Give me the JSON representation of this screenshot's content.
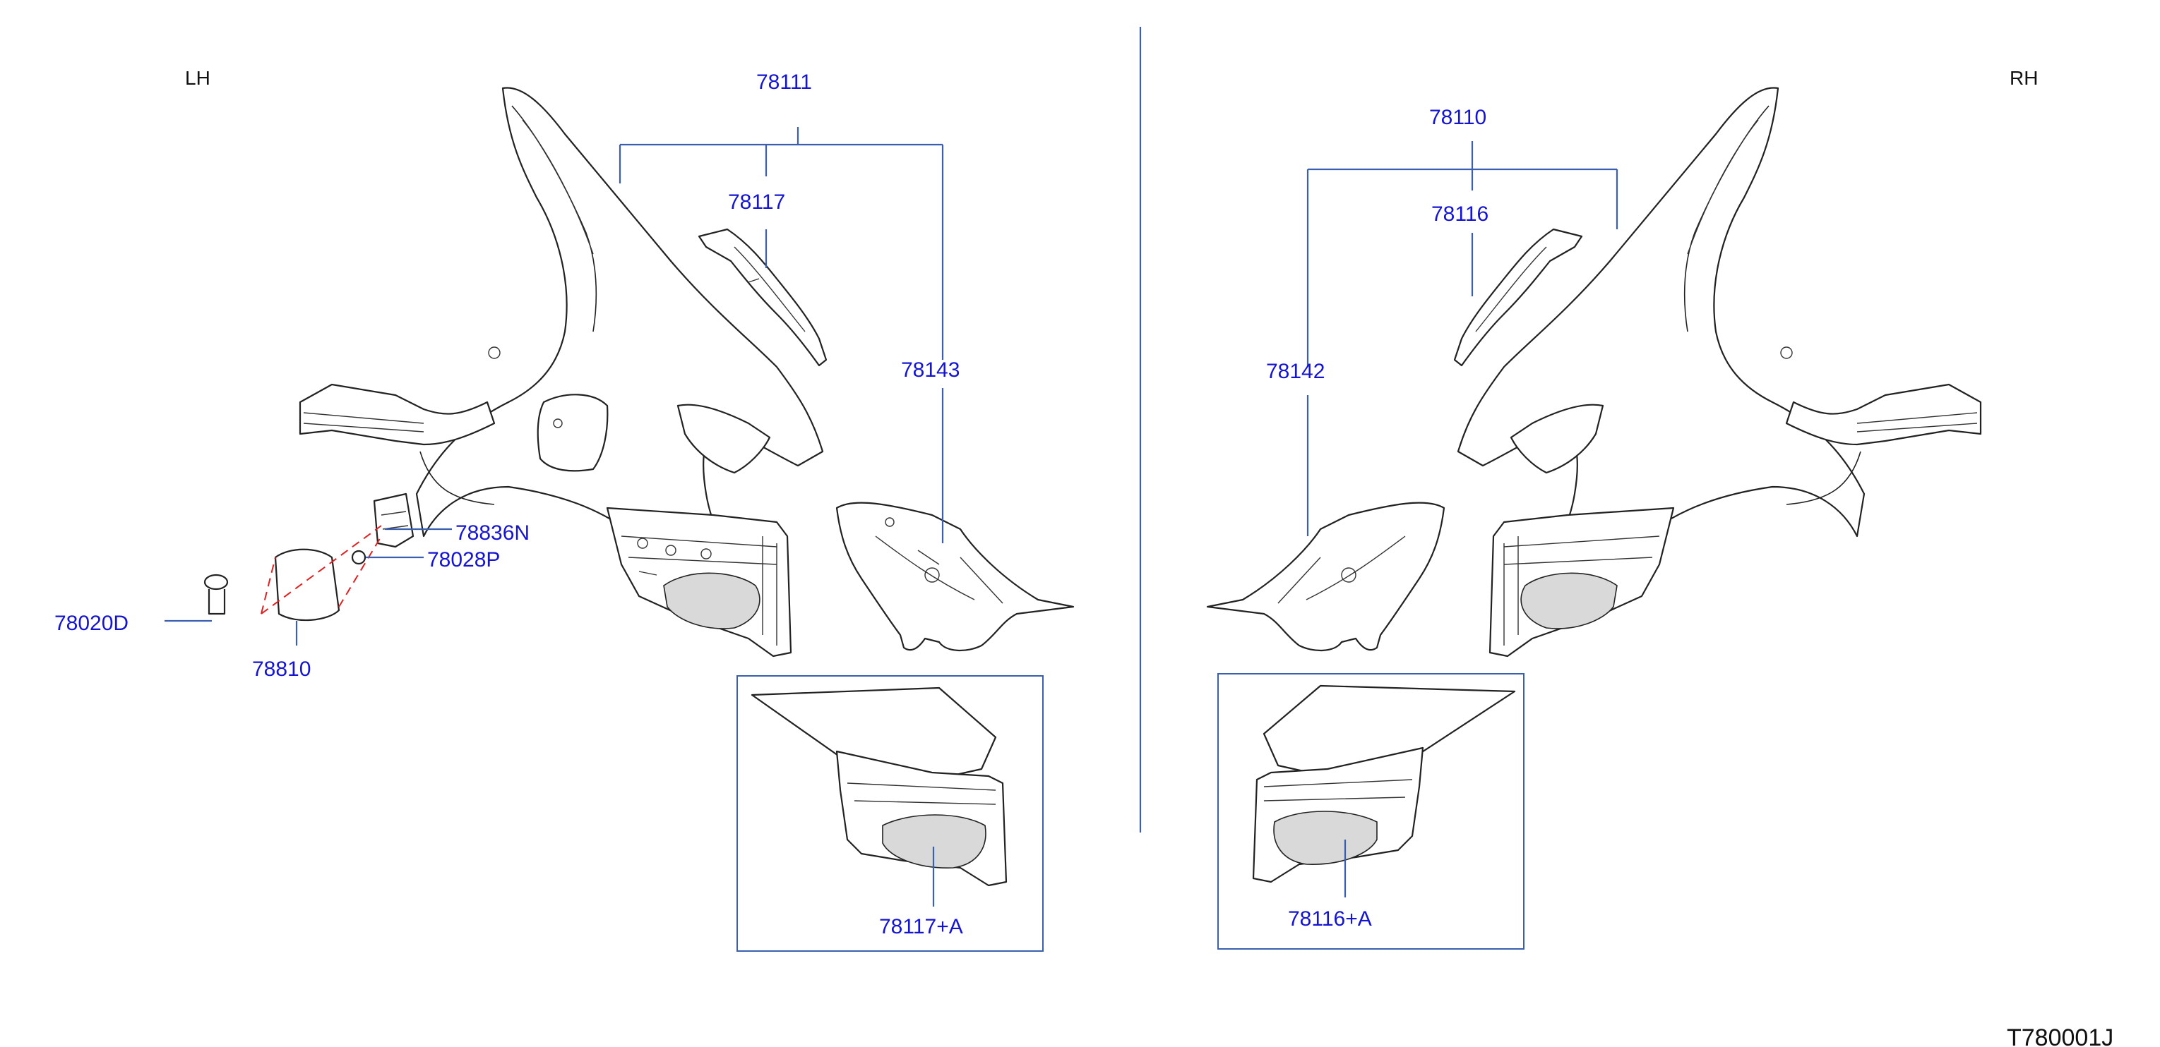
{
  "sides": {
    "left": "LH",
    "right": "RH"
  },
  "diagram_code": "T780001J",
  "parts": {
    "p78111": "78111",
    "p78117": "78117",
    "p78143": "78143",
    "p78836N": "78836N",
    "p78028P": "78028P",
    "p78020D": "78020D",
    "p78810": "78810",
    "p78117A": "78117+A",
    "p78110": "78110",
    "p78116": "78116",
    "p78142": "78142",
    "p78116A": "78116+A"
  },
  "colors": {
    "label": "#1414d2",
    "leader": "#3a5fae",
    "line_art": "#222222",
    "dashed_outline": "#e02020"
  }
}
